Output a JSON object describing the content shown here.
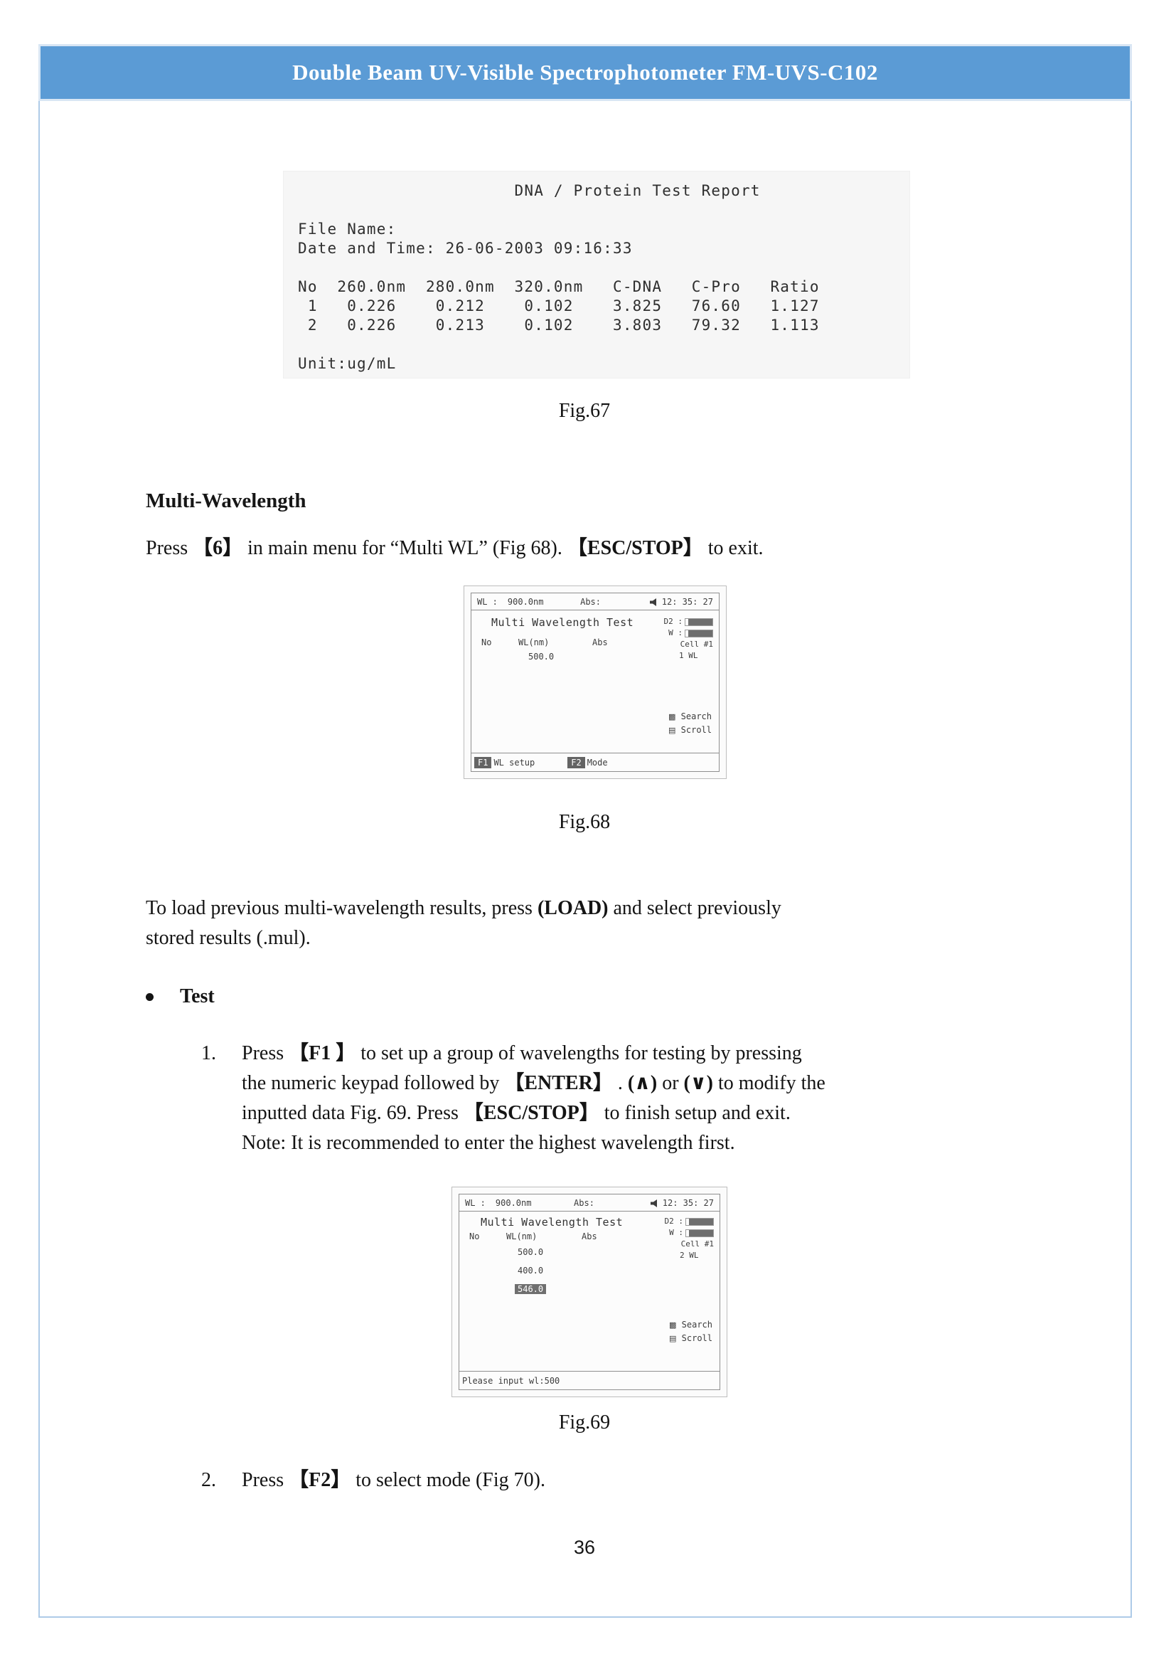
{
  "colors": {
    "header_bg": "#5b9bd5",
    "page_border": "#aecbe8"
  },
  "header": {
    "title": "Double Beam UV-Visible Spectrophotometer FM-UVS-C102"
  },
  "report": {
    "text": "                      DNA / Protein Test Report\n\nFile Name:\nDate and Time: 26-06-2003 09:16:33\n\nNo  260.0nm  280.0nm  320.0nm   C-DNA   C-Pro   Ratio\n 1   0.226    0.212    0.102    3.825   76.60   1.127\n 2   0.226    0.213    0.102    3.803   79.32   1.113\n\nUnit:ug/mL"
  },
  "report_table": {
    "title": "DNA / Protein Test Report",
    "file_name_label": "File Name:",
    "date_time": "Date and Time: 26-06-2003 09:16:33",
    "headers": [
      "No",
      "260.0nm",
      "280.0nm",
      "320.0nm",
      "C-DNA",
      "C-Pro",
      "Ratio"
    ],
    "rows": [
      [
        "1",
        "0.226",
        "0.212",
        "0.102",
        "3.825",
        "76.60",
        "1.127"
      ],
      [
        "2",
        "0.226",
        "0.213",
        "0.102",
        "3.803",
        "79.32",
        "1.113"
      ]
    ],
    "unit": "Unit:ug/mL"
  },
  "captions": {
    "fig67": "Fig.67",
    "fig68": "Fig.68",
    "fig69": "Fig.69"
  },
  "sections": {
    "heading": "Multi-Wavelength",
    "press6": [
      {
        "t": "Press "
      },
      {
        "t": "【6】",
        "b": 1
      },
      {
        "t": " in main menu for “Multi WL” (Fig 68). "
      },
      {
        "t": "【ESC/STOP】",
        "b": 1
      },
      {
        "t": " to exit."
      }
    ],
    "load_line1": [
      {
        "t": "To load previous multi-wavelength results, press "
      },
      {
        "t": "(LOAD)",
        "b": 1
      },
      {
        "t": " and select previously"
      }
    ],
    "load_line2": [
      {
        "t": "stored results (.mul)."
      }
    ],
    "bullet_label": "Test",
    "item1_no": "1.",
    "item1_line1": [
      {
        "t": "Press "
      },
      {
        "t": "【F1 】",
        "b": 1
      },
      {
        "t": " to set up a group of wavelengths for testing by pressing"
      }
    ],
    "item1_line2": [
      {
        "t": "the numeric keypad followed by "
      },
      {
        "t": "【ENTER】",
        "b": 1
      },
      {
        "t": " . "
      },
      {
        "t": "(∧)",
        "b": 1
      },
      {
        "t": " or "
      },
      {
        "t": "(∨)",
        "b": 1
      },
      {
        "t": " to modify the"
      }
    ],
    "item1_line3": [
      {
        "t": "inputted data Fig. 69. Press "
      },
      {
        "t": "【ESC/STOP】",
        "b": 1
      },
      {
        "t": " to finish setup and exit."
      }
    ],
    "item1_line4": [
      {
        "t": "Note: It is recommended to enter the highest wavelength first."
      }
    ],
    "item2_no": "2.",
    "item2": [
      {
        "t": "Press "
      },
      {
        "t": "【F2】",
        "b": 1
      },
      {
        "t": " to select mode (Fig 70)."
      }
    ]
  },
  "fig68": {
    "status": {
      "wl_label": "WL :",
      "wl_value": "900.0nm",
      "abs_label": "Abs:",
      "time": "12: 35: 27"
    },
    "title": "Multi Wavelength Test",
    "columns": {
      "no": "No",
      "wl": "WL(nm)",
      "abs": "Abs"
    },
    "rows": [
      "500.0"
    ],
    "side": {
      "d2": "D2 :",
      "w": "W :",
      "cell": "Cell   #1",
      "mode": "1 WL"
    },
    "hints": {
      "search_icon": "▩",
      "search": "Search",
      "scroll_icon": "▤",
      "scroll": "Scroll"
    },
    "fkeys": {
      "f1": "F1",
      "f1_label": "WL setup",
      "f2": "F2",
      "f2_label": "Mode"
    }
  },
  "fig69": {
    "status": {
      "wl_label": "WL :",
      "wl_value": "900.0nm",
      "abs_label": "Abs:",
      "time": "12: 35: 27"
    },
    "title": "Multi Wavelength Test",
    "columns": {
      "no": "No",
      "wl": "WL(nm)",
      "abs": "Abs"
    },
    "rows": [
      "500.0",
      "400.0",
      "546.0"
    ],
    "side": {
      "d2": "D2 :",
      "w": "W :",
      "cell": "Cell   #1",
      "mode": "2 WL"
    },
    "hints": {
      "search_icon": "▩",
      "search": "Search",
      "scroll_icon": "▤",
      "scroll": "Scroll"
    },
    "status_line": "Please input wl:500"
  },
  "page_number": "36"
}
